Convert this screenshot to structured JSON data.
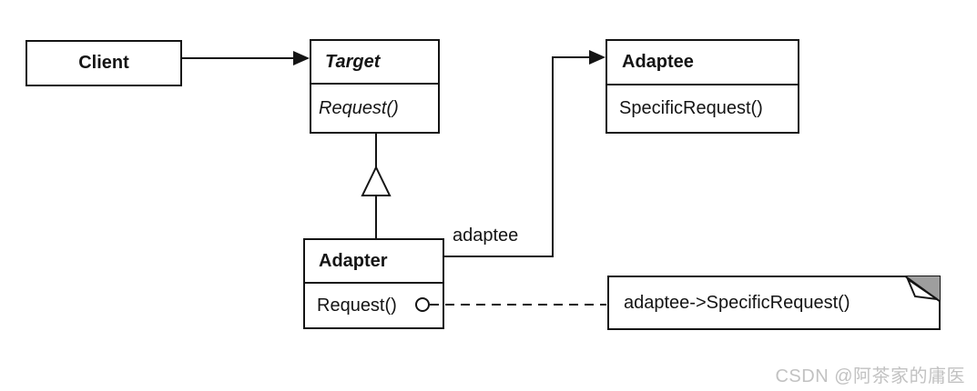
{
  "diagram": {
    "classes": {
      "client": {
        "name": "Client"
      },
      "target": {
        "name": "Target",
        "method": "Request()"
      },
      "adaptee": {
        "name": "Adaptee",
        "method": "SpecificRequest()"
      },
      "adapter": {
        "name": "Adapter",
        "method": "Request()"
      }
    },
    "edge_labels": {
      "adaptee_reference": "adaptee"
    },
    "note": {
      "text": "adaptee->SpecificRequest()"
    },
    "icons": {
      "arrowheads": "solid-right-arrowhead",
      "generalization": "hollow-triangle",
      "note_anchor": "hollow-circle",
      "note_corner": "dog-ear-fold"
    }
  },
  "watermark": {
    "text": "CSDN @阿茶家的庸医"
  },
  "colors": {
    "line": "#141414",
    "background": "#ffffff",
    "note_fold_gray": "#9e9e9e",
    "watermark_gray": "#c2c2c2"
  }
}
